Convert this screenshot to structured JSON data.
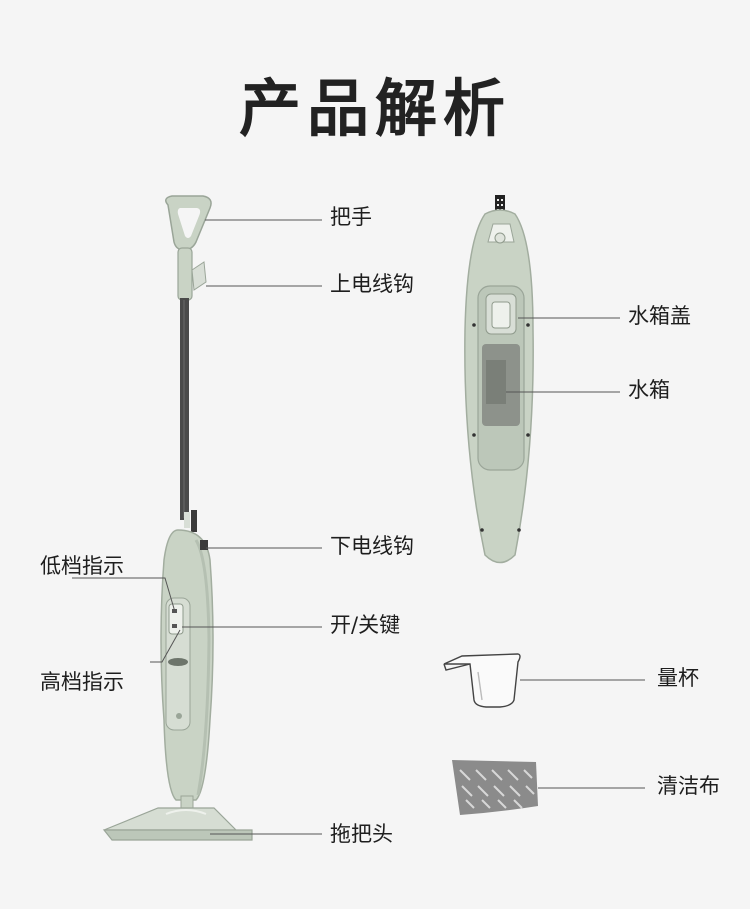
{
  "title": "产品解析",
  "labels": {
    "handle": "把手",
    "upper_hook": "上电线钩",
    "lower_hook": "下电线钩",
    "low_indicator": "低档指示",
    "power_key": "开/关键",
    "high_indicator": "高档指示",
    "mop_head": "拖把头",
    "tank_cover": "水箱盖",
    "tank": "水箱",
    "measuring_cup": "量杯",
    "cleaning_cloth": "清洁布"
  },
  "colors": {
    "body": "#c9d3c5",
    "body_dark": "#a9b5a6",
    "pole": "#4a4a4a",
    "leader": "#555555",
    "cloth": "#8b8b8b"
  }
}
